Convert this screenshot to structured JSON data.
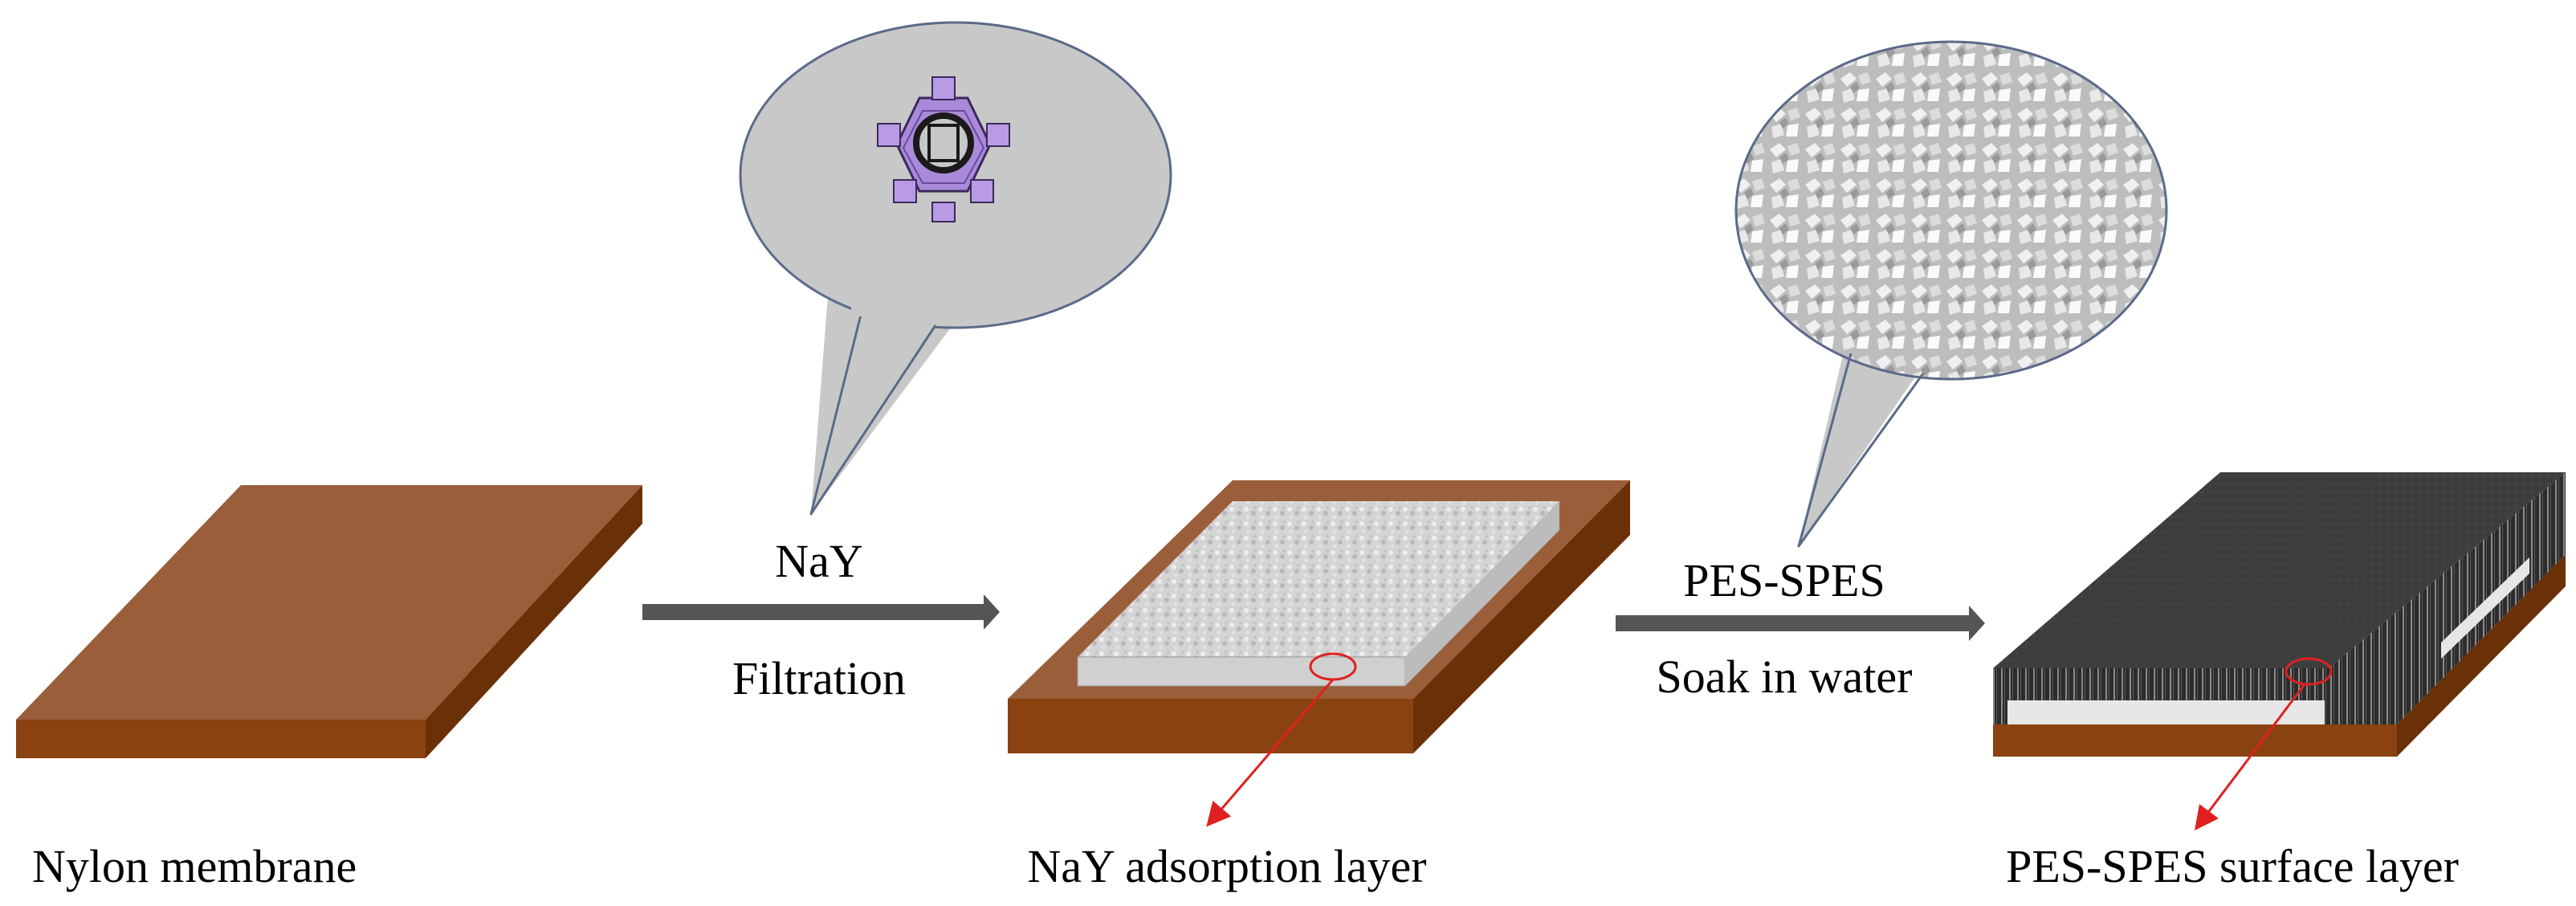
{
  "labels": {
    "nylon": "Nylon membrane",
    "step1_top": "NaY",
    "step1_bottom": "Filtration",
    "nay_layer": "NaY adsorption layer",
    "step2_top": "PES-SPES",
    "step2_bottom": "Soak in water",
    "pes_layer": "PES-SPES surface layer"
  },
  "colors": {
    "nylon_top": "#9a5e3a",
    "nylon_front": "#8a4210",
    "nylon_side": "#6a3008",
    "arrow": "#555555",
    "callout_fill": "#c8c8c8",
    "callout_stroke": "#5a6a8a",
    "zeolite": "#a98ad8",
    "highlight": "#e02020"
  },
  "icons": {
    "zeolite": "zeolite-cage-icon"
  }
}
